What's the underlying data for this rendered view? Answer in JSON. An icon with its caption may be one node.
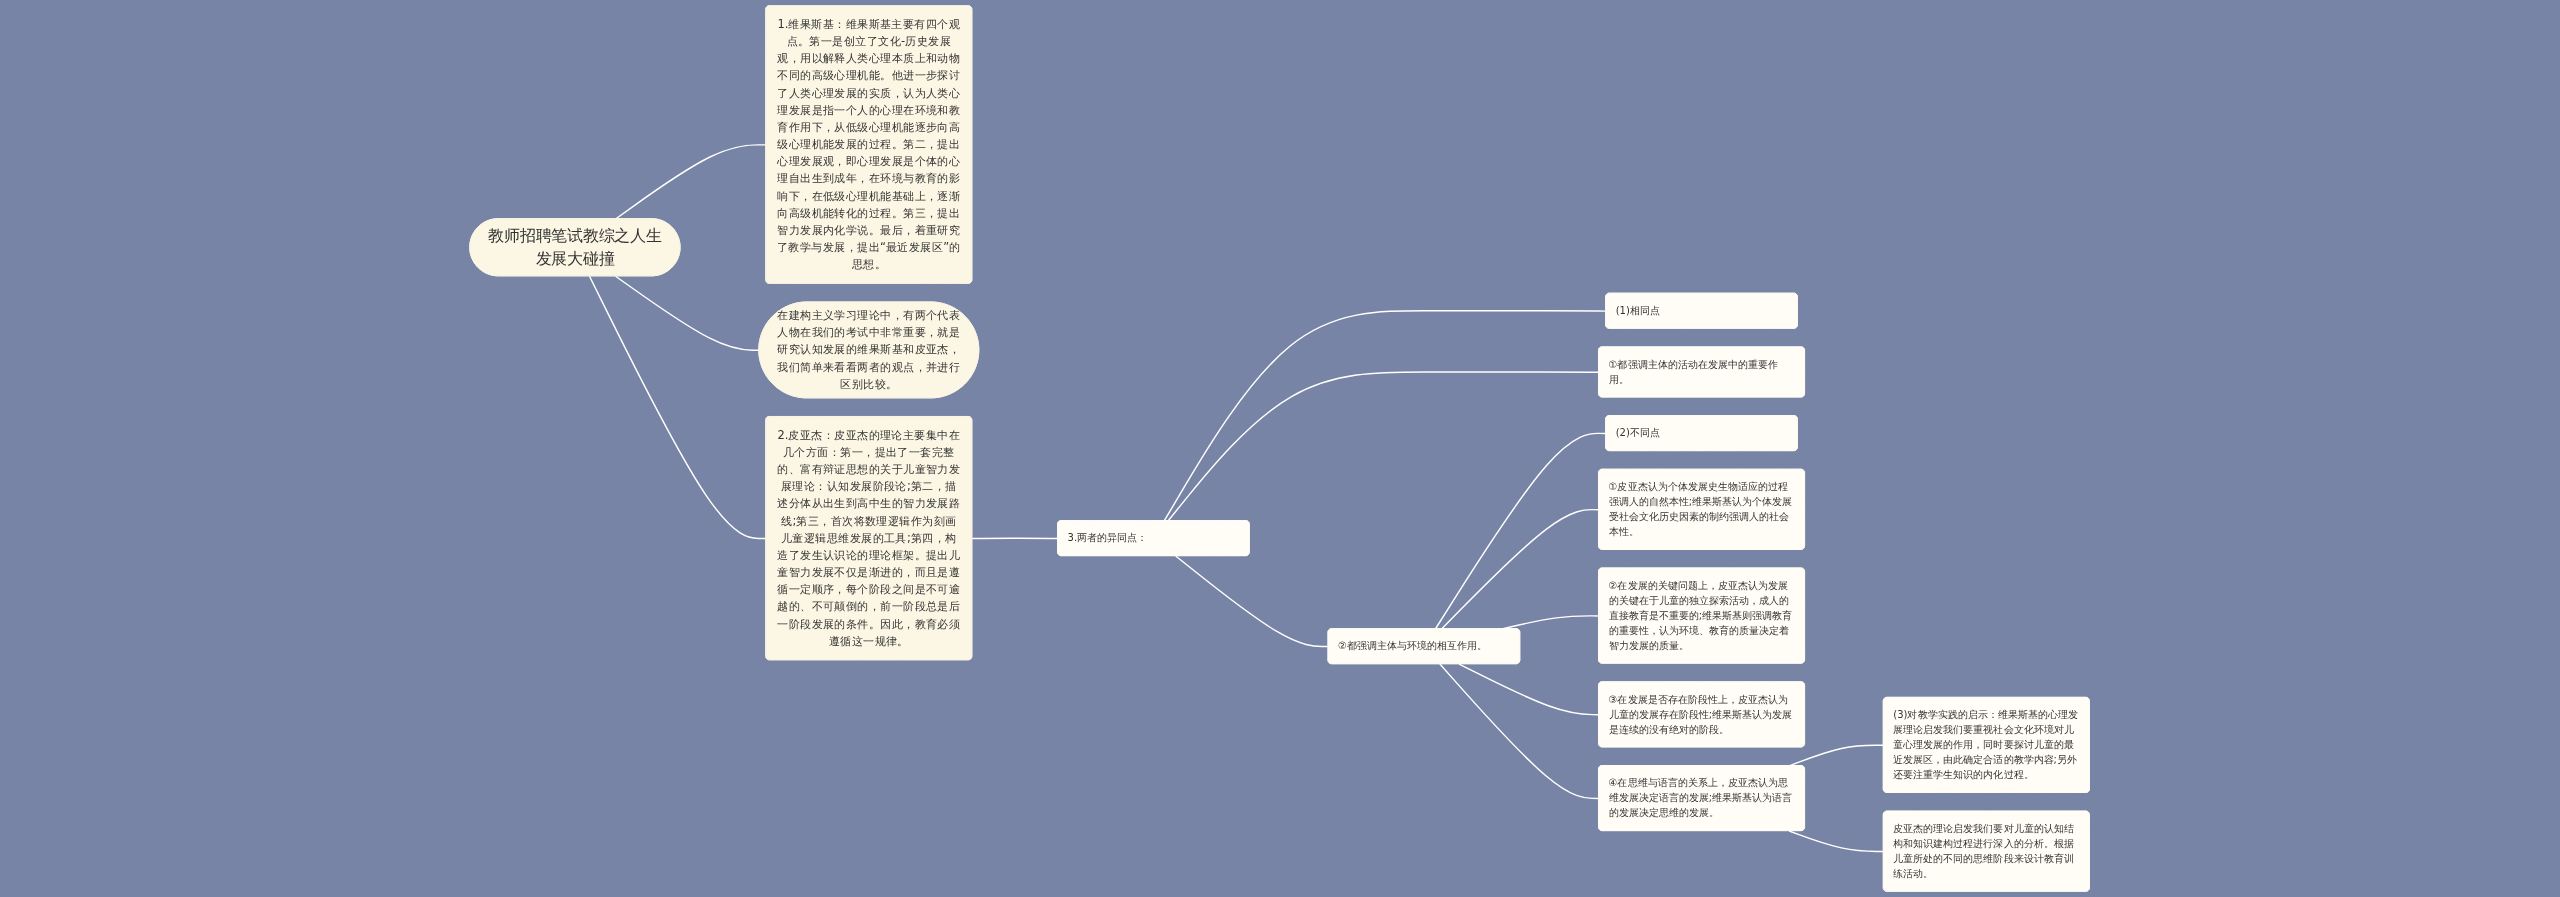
{
  "diagram": {
    "nodes": [
      {
        "text": [
          "教师招聘笔试教综之人生发展大碰撞"
        ]
      },
      {
        "text": [
          "1.维果斯基：维果斯基主要有四个观点。第一是创立了文化-历史发展观，用以解释人类心理本质上和动物不同的高级心理机能。他进一步探讨了人类心理发展的实质，认为人类心理发展是指一个人的心理在环境和教育作用下，从低级心理机能逐步向高级心理机能发展的过程。第二，提出心理发展观，即心理发展是个体的心理自出生到成年，在环境与教育的影响下，在低级心理机能基础上，逐渐向高级机能转化的过程。第三，提出智力发展内化学说。最后，着重研究了教学与发展，提出“最近发展区”的思想。"
        ]
      },
      {
        "text": [
          "在建构主义学习理论中，有两个代表人物在我们的考试中非常重要，就是研究认知发展的维果斯基和皮亚杰，我们简单来看看两者的观点，并进行区别比较。"
        ]
      },
      {
        "text": [
          "2.皮亚杰：皮亚杰的理论主要集中在几个方面：第一，提出了一套完整的、富有辩证思想的关于儿童智力发展理论：认知发展阶段论;第二，描述分体从出生到高中生的智力发展路线;第三，首次将数理逻辑作为刻画儿童逻辑思维发展的工具;第四，构造了发生认识论的理论框架。提出儿童智力发展不仅是渐进的，而且是遵循一定顺序，每个阶段之间是不可逾越的、不可颠倒的，前一阶段总是后一阶段发展的条件。因此，教育必须遵循这一规律。"
        ]
      },
      {
        "text": [
          "3.两者的异同点："
        ]
      },
      {
        "text": [
          "(1)相同点"
        ]
      },
      {
        "text": [
          "①都强调主体的活动在发展中的重要作用。"
        ]
      },
      {
        "text": [
          "②都强调主体与环境的相互作用。"
        ]
      },
      {
        "text": [
          "(2)不同点"
        ]
      },
      {
        "text": [
          "①皮亚杰认为个体发展史生物适应的过程强调人的自然本性;维果斯基认为个体发展受社会文化历史因素的制约强调人的社会本性。"
        ]
      },
      {
        "text": [
          "②在发展的关键问题上，皮亚杰认为发展的关键在于儿童的独立探索活动，成人的直接教育是不重要的;维果斯基则强调教育的重要性，认为环境、教育的质量决定着智力发展的质量。"
        ]
      },
      {
        "text": [
          "③在发展是否存在阶段性上，皮亚杰认为儿童的发展存在阶段性;维果斯基认为发展是连续的没有绝对的阶段。"
        ]
      },
      {
        "text": [
          "④在思维与语言的关系上，皮亚杰认为思维发展决定语言的发展;维果斯基认为语言的发展决定思维的发展。"
        ]
      },
      {
        "text": [
          "(3)对教学实践的启示：维果斯基的心理发展理论启发我们要重视社会文化环境对儿童心理发展的作用，同时要探讨儿童的最近发展区，由此确定合适的教学内容;另外还要注重学生知识的内化过程。"
        ]
      },
      {
        "text": [
          "皮亚杰的理论启发我们要对儿童的认知结构和知识建构过程进行深入的分析。根据儿童所处的不同的思维阶段来设计教育训练活动。"
        ]
      }
    ],
    "edges": [
      {
        "from": 0,
        "to": 1,
        "arrow": "none"
      },
      {
        "from": 0,
        "to": 2,
        "arrow": "none"
      },
      {
        "from": 0,
        "to": 3,
        "arrow": "none"
      },
      {
        "from": 3,
        "to": 4,
        "arrow": "none"
      },
      {
        "from": 4,
        "to": 5,
        "arrow": "none"
      },
      {
        "from": 4,
        "to": 6,
        "arrow": "none"
      },
      {
        "from": 4,
        "to": 7,
        "arrow": "none"
      },
      {
        "from": 7,
        "to": 8,
        "arrow": "none"
      },
      {
        "from": 7,
        "to": 9,
        "arrow": "none"
      },
      {
        "from": 7,
        "to": 10,
        "arrow": "none"
      },
      {
        "from": 7,
        "to": 11,
        "arrow": "none"
      },
      {
        "from": 7,
        "to": 12,
        "arrow": "none"
      },
      {
        "from": 12,
        "to": 13,
        "arrow": "none"
      },
      {
        "from": 12,
        "to": 14,
        "arrow": "none"
      }
    ]
  }
}
